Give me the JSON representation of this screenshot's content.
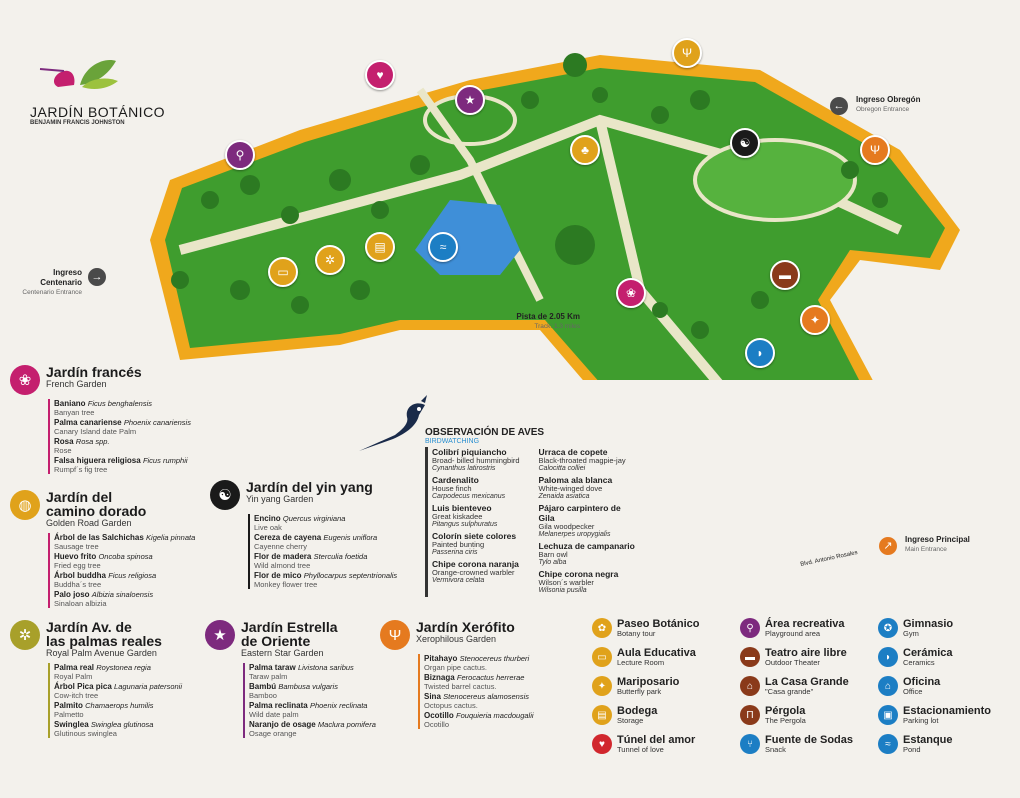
{
  "colors": {
    "rose": "#c41f6e",
    "gold": "#e0a21b",
    "black": "#1a1a1a",
    "olive": "#a8a02a",
    "purple": "#7d2a7e",
    "orange": "#e57a1f",
    "red": "#d1272d",
    "brown": "#8a3a1a",
    "blue": "#1c7ec4",
    "park_green": "#3f9d2e",
    "path_cream": "#e9e6c8",
    "border_orange": "#f0a81c"
  },
  "logo": {
    "title": "JARDÍN BOTÁNICO",
    "subtitle": "BENJAMIN FRANCIS JOHNSTON"
  },
  "map_labels": {
    "obregon": {
      "name": "Ingreso Obregón",
      "en": "Obregon Entrance"
    },
    "centenario": {
      "name": "Ingreso Centenario",
      "en": "Centenario Entrance"
    },
    "principal": {
      "name": "Ingreso Principal",
      "en": "Main Entrance"
    },
    "track": {
      "name": "Pista de 2.05 Km",
      "en": "Track: 1.3 miles"
    },
    "road": "Blvd. Antonio Rosales"
  },
  "gardens": {
    "frances": {
      "title": "Jardín francés",
      "subtitle": "French Garden",
      "icon": "rose-icon",
      "plants": [
        {
          "name": "Baniano",
          "sci": "Ficus benghalensis",
          "en": "Banyan tree"
        },
        {
          "name": "Palma canariense",
          "sci": "Phoenix canariensis",
          "en": "Canary Island date Palm"
        },
        {
          "name": "Rosa",
          "sci": "Rosa spp.",
          "en": "Rose"
        },
        {
          "name": "Falsa higuera religiosa",
          "sci": "Ficus rumphii",
          "en": "Rumpf´s fig tree"
        }
      ]
    },
    "camino": {
      "title1": "Jardín del",
      "title2": "camino dorado",
      "subtitle": "Golden Road Garden",
      "icon": "drop-icon",
      "plants": [
        {
          "name": "Árbol de las Salchichas",
          "sci": "Kigelia pinnata",
          "en": "Sausage tree"
        },
        {
          "name": "Huevo frito",
          "sci": "Oncoba spinosa",
          "en": "Fried egg tree"
        },
        {
          "name": "Árbol buddha",
          "sci": "Ficus religiosa",
          "en": "Buddha´s tree"
        },
        {
          "name": "Palo joso",
          "sci": "Albizia sinaloensis",
          "en": "Sinaloan albizia"
        }
      ]
    },
    "yinyang": {
      "title": "Jardín del yin yang",
      "subtitle": "Yin yang Garden",
      "icon": "yin-yang-icon",
      "plants": [
        {
          "name": "Encino",
          "sci": "Quercus virginiana",
          "en": "Live oak"
        },
        {
          "name": "Cereza de cayena",
          "sci": "Eugenis uniflora",
          "en": "Cayenne cherry"
        },
        {
          "name": "Flor de madera",
          "sci": "Sterculia foetida",
          "en": "Wild almond tree"
        },
        {
          "name": "Flor de mico",
          "sci": "Phyllocarpus septentrionalis",
          "en": "Monkey flower tree"
        }
      ]
    },
    "palmas": {
      "title1": "Jardín Av. de",
      "title2": "las palmas reales",
      "subtitle": "Royal Palm Avenue Garden",
      "icon": "palm-icon",
      "plants": [
        {
          "name": "Palma real",
          "sci": "Roystonea regia",
          "en": "Royal Palm"
        },
        {
          "name": "Árbol Pica pica",
          "sci": "Lagunaria patersonii",
          "en": "Cow-itch tree"
        },
        {
          "name": "Palmito",
          "sci": "Chamaerops humilis",
          "en": "Palmetto"
        },
        {
          "name": "Swinglea",
          "sci": "Swinglea glutinosa",
          "en": "Glutinous swinglea"
        }
      ]
    },
    "estrella": {
      "title1": "Jardín Estrella",
      "title2": "de Oriente",
      "subtitle": "Eastern Star Garden",
      "icon": "star-icon",
      "plants": [
        {
          "name": "Palma taraw",
          "sci": "Livistona saribus",
          "en": "Taraw palm"
        },
        {
          "name": "Bambú",
          "sci": "Bambusa vulgaris",
          "en": "Bamboo"
        },
        {
          "name": "Palma reclinata",
          "sci": "Phoenix reclinata",
          "en": "Wild date palm"
        },
        {
          "name": "Naranjo de osage",
          "sci": "Maclura pomifera",
          "en": "Osage orange"
        }
      ]
    },
    "xerofito": {
      "title": "Jardín Xerófito",
      "subtitle": "Xerophilous Garden",
      "icon": "cactus-icon",
      "plants": [
        {
          "name": "Pitahayo",
          "sci": "Stenocereus thurberi",
          "en": "Organ pipe cactus."
        },
        {
          "name": "Biznaga",
          "sci": "Ferocactus herrerae",
          "en": "Twisted barrel cactus."
        },
        {
          "name": "Sina",
          "sci": "Stenocereus alamosensis",
          "en": "Octopus cactus."
        },
        {
          "name": "Ocotillo",
          "sci": "Fouquieria macdougalii",
          "en": "Ocotillo"
        }
      ]
    }
  },
  "birds": {
    "title": "OBSERVACIÓN DE AVES",
    "subtitle": "BIRDWATCHING",
    "col1": [
      {
        "name": "Colibrí piquiancho",
        "en": "Broad- billed hummingbird",
        "sci": "Cynanthus latirostris"
      },
      {
        "name": "Cardenalito",
        "en": "House finch",
        "sci": "Carpodecus mexicanus"
      },
      {
        "name": "Luis bienteveo",
        "en": "Great kiskadee",
        "sci": "Pitangus sulphuratus"
      },
      {
        "name": "Colorín siete colores",
        "en": "Painted bunting",
        "sci": "Passerina ciris"
      },
      {
        "name": "Chipe corona naranja",
        "en": "Orange-crowned warbler",
        "sci": "Vermivora celata"
      }
    ],
    "col2": [
      {
        "name": "Urraca de copete",
        "en": "Black-throated magpie-jay",
        "sci": "Calocitta colliei"
      },
      {
        "name": "Paloma ala blanca",
        "en": "White-winged dove",
        "sci": "Zenaida asiatica"
      },
      {
        "name": "Pájaro carpintero de Gila",
        "en": "Gila woodpecker",
        "sci": "Melanerpes uropygialis"
      },
      {
        "name": "Lechuza de campanario",
        "en": "Barn owl",
        "sci": "Tylo alba"
      },
      {
        "name": "Chipe corona negra",
        "en": "Wilson´s warbler",
        "sci": "Wilsonia pusilla"
      }
    ]
  },
  "legend": {
    "col1": [
      {
        "label": "Paseo Botánico",
        "sub": "Botany tour",
        "icon": "leaf-icon",
        "color": "#e0a21b"
      },
      {
        "label": "Aula Educativa",
        "sub": "Lecture Room",
        "icon": "book-icon",
        "color": "#e0a21b"
      },
      {
        "label": "Mariposario",
        "sub": "Butterfly park",
        "icon": "butterfly-icon",
        "color": "#e0a21b"
      },
      {
        "label": "Bodega",
        "sub": "Storage",
        "icon": "storage-icon",
        "color": "#e0a21b"
      },
      {
        "label": "Túnel del amor",
        "sub": "Tunnel of love",
        "icon": "heart-icon",
        "color": "#d1272d"
      }
    ],
    "col2": [
      {
        "label": "Área recreativa",
        "sub": "Playground area",
        "icon": "slide-icon",
        "color": "#7d2a7e"
      },
      {
        "label": "Teatro aire libre",
        "sub": "Outdoor Theater",
        "icon": "theater-icon",
        "color": "#8a3a1a"
      },
      {
        "label": "La Casa Grande",
        "sub": "\"Casa grande\"",
        "icon": "house-icon",
        "color": "#8a3a1a"
      },
      {
        "label": "Pérgola",
        "sub": "The Pergola",
        "icon": "pergola-icon",
        "color": "#8a3a1a"
      },
      {
        "label": "Fuente de Sodas",
        "sub": "Snack",
        "icon": "cutlery-icon",
        "color": "#1c7ec4"
      }
    ],
    "col3": [
      {
        "label": "Gimnasio",
        "sub": "Gym",
        "icon": "gym-icon",
        "color": "#1c7ec4"
      },
      {
        "label": "Cerámica",
        "sub": "Ceramics",
        "icon": "ceramics-icon",
        "color": "#1c7ec4"
      },
      {
        "label": "Oficina",
        "sub": "Office",
        "icon": "office-icon",
        "color": "#1c7ec4"
      },
      {
        "label": "Estacionamiento",
        "sub": "Parking lot",
        "icon": "car-icon",
        "color": "#1c7ec4"
      },
      {
        "label": "Estanque",
        "sub": "Pond",
        "icon": "waves-icon",
        "color": "#1c7ec4"
      }
    ]
  }
}
